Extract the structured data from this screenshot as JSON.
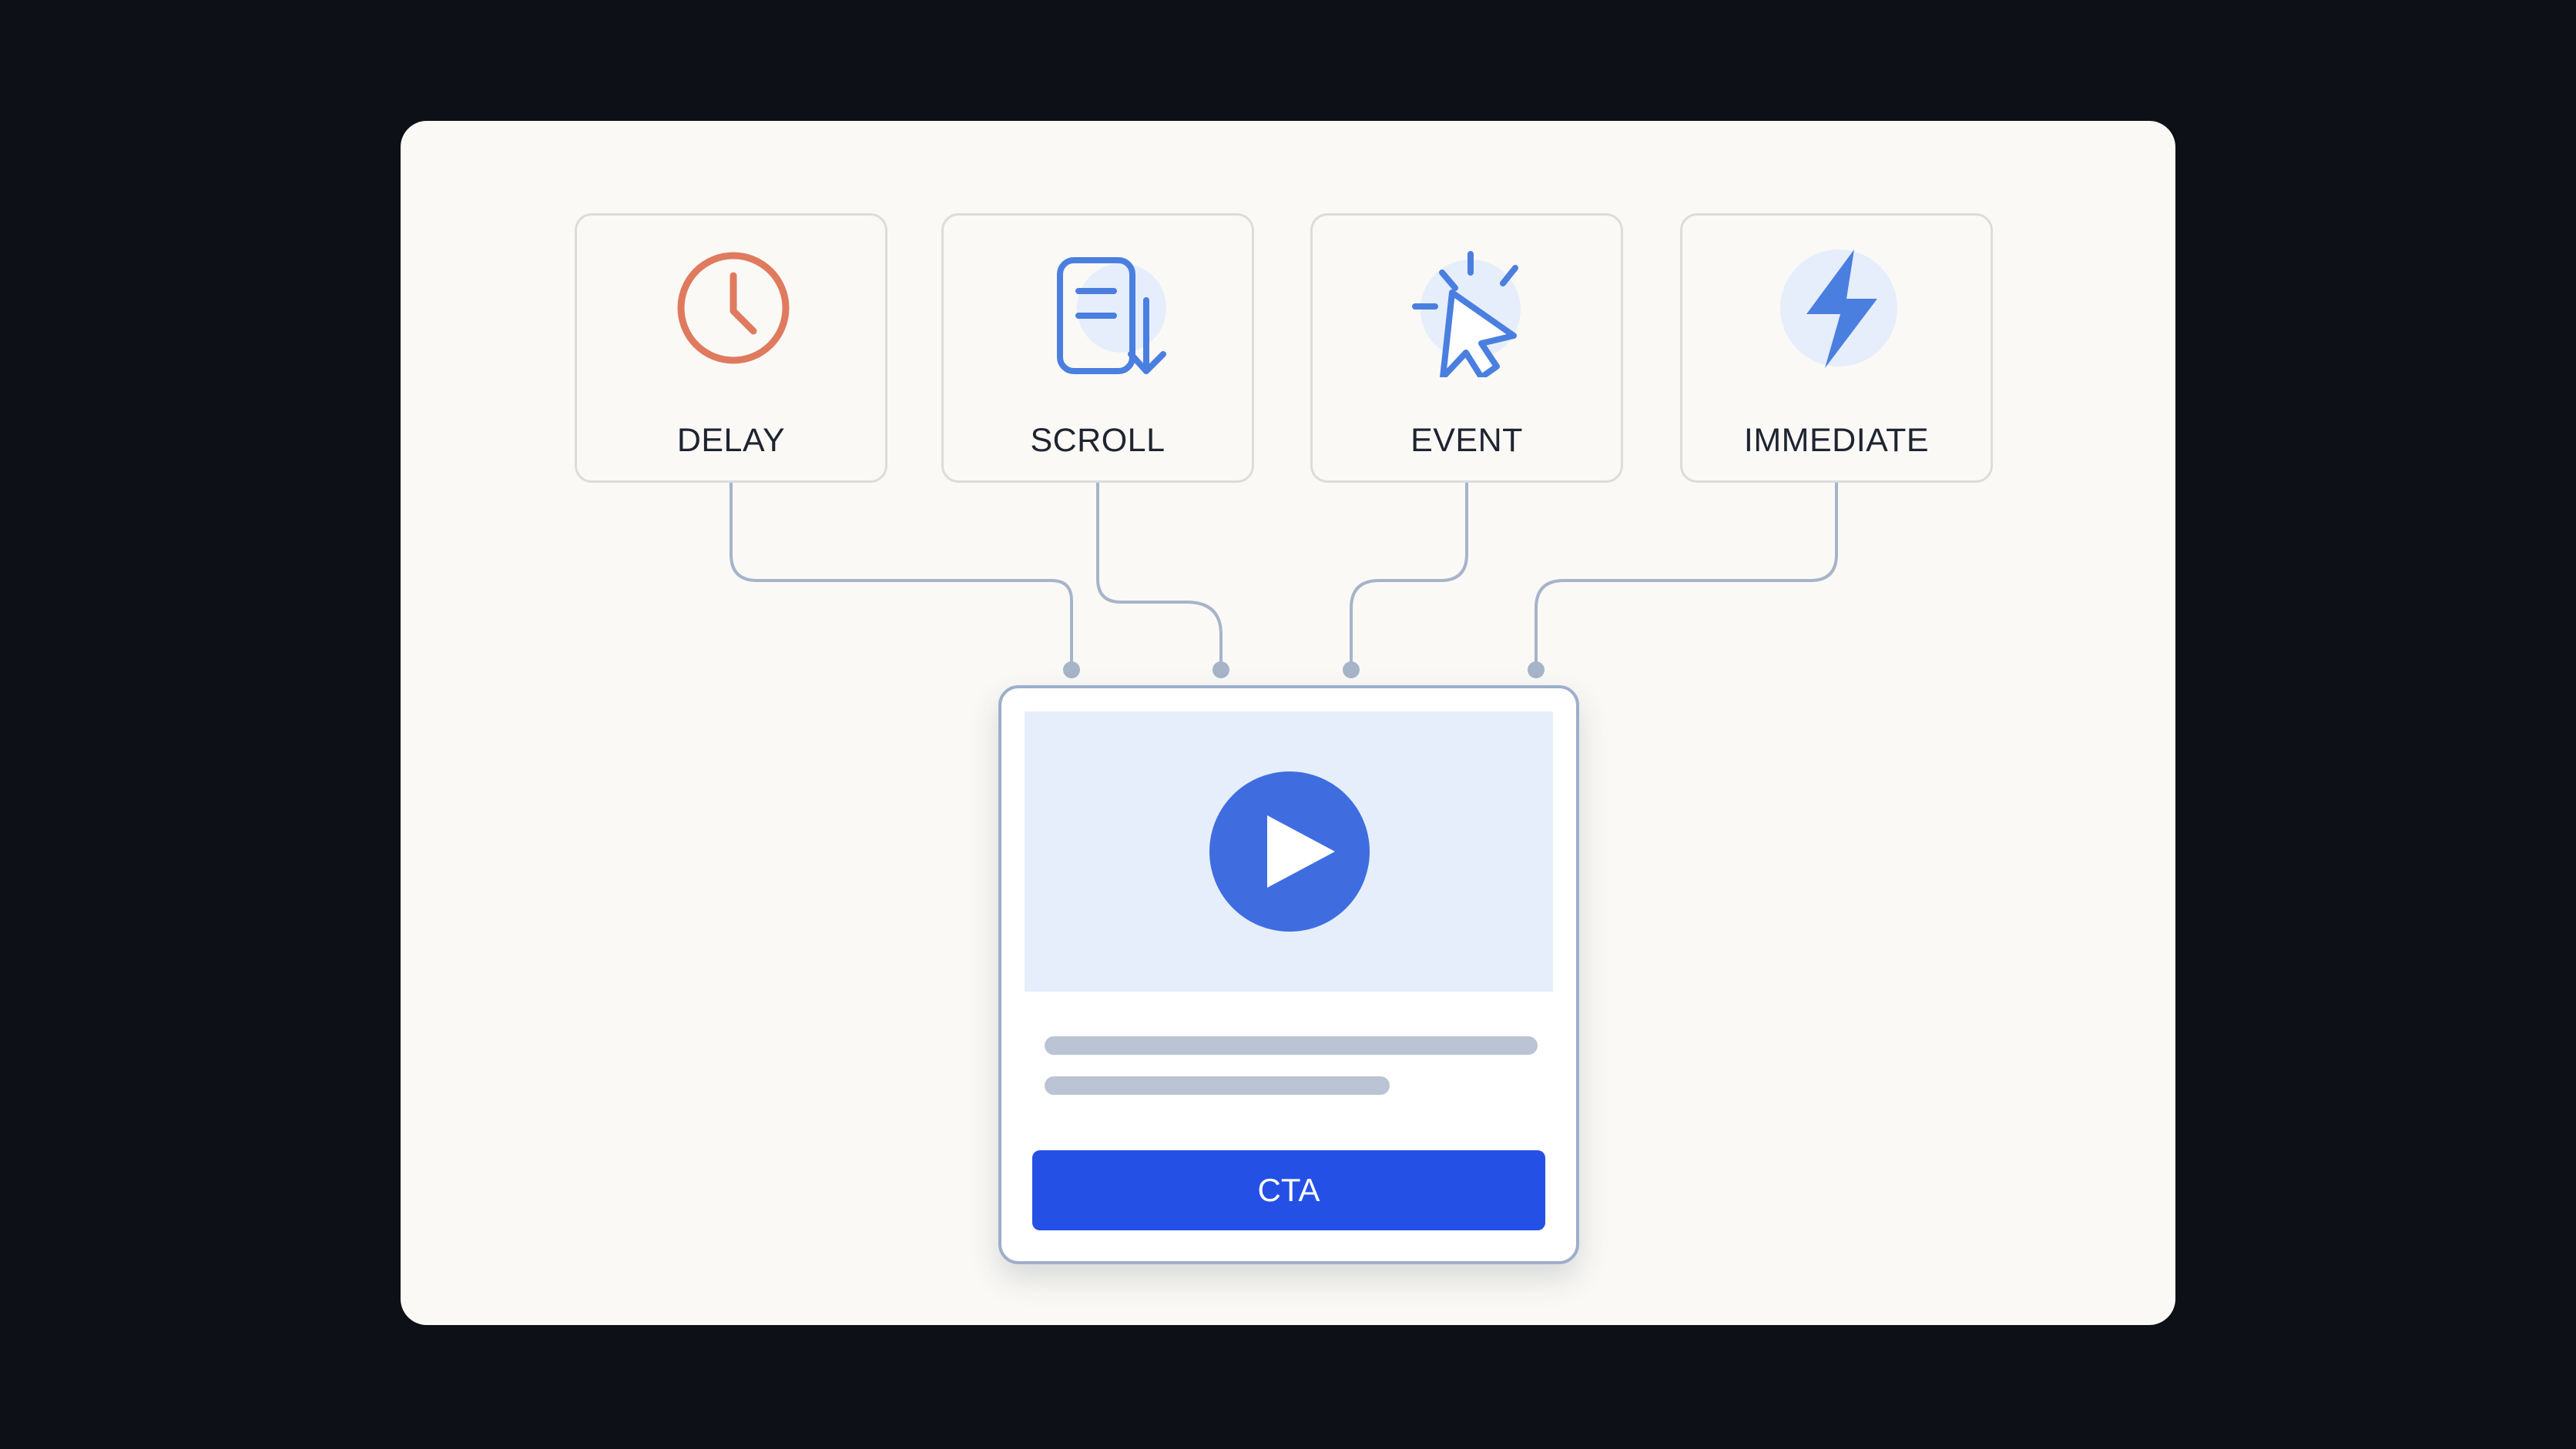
{
  "diagram": {
    "triggers": [
      {
        "label": "DELAY",
        "icon": "clock-icon",
        "color": "#e07a5f"
      },
      {
        "label": "SCROLL",
        "icon": "scroll-document-icon",
        "color": "#4a7fe0"
      },
      {
        "label": "EVENT",
        "icon": "cursor-click-icon",
        "color": "#4a7fe0"
      },
      {
        "label": "IMMEDIATE",
        "icon": "lightning-bolt-icon",
        "color": "#4a7fe0"
      }
    ],
    "card": {
      "media_icon": "play-icon",
      "cta_label": "CTA"
    },
    "colors": {
      "background": "#0d1016",
      "panel": "#faf9f6",
      "connector": "#a6b4c9",
      "accent": "#2450e6",
      "media_bg": "#e6eefb"
    }
  }
}
